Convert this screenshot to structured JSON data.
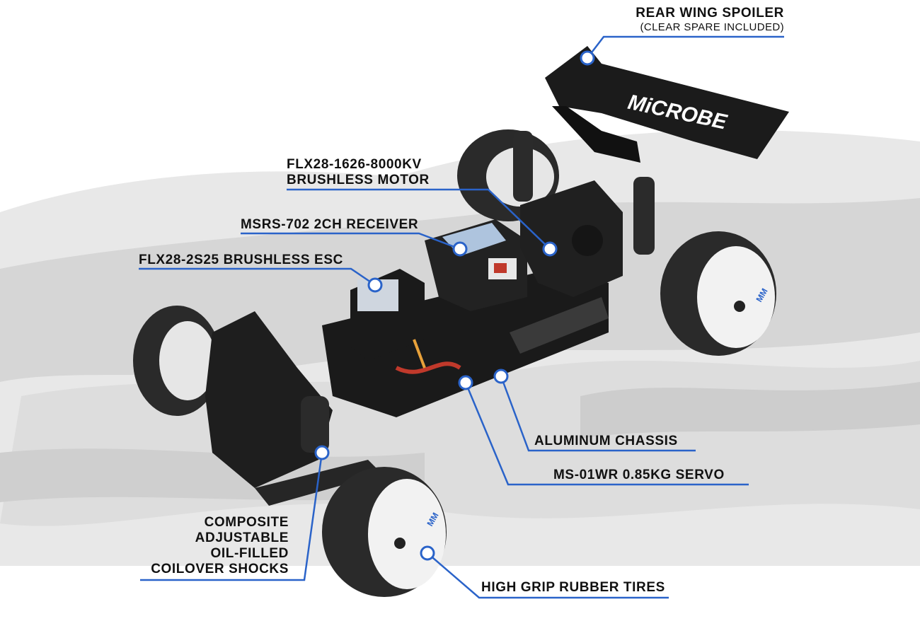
{
  "callouts": {
    "rear_wing": {
      "title": "REAR WING SPOILER",
      "subtitle": "(CLEAR SPARE INCLUDED)"
    },
    "motor": {
      "line1": "FLX28-1626-8000KV",
      "line2": "BRUSHLESS MOTOR"
    },
    "receiver": {
      "title": "MSRS-702 2CH RECEIVER"
    },
    "esc": {
      "title": "FLX28-2S25 BRUSHLESS ESC"
    },
    "chassis": {
      "title": "ALUMINUM CHASSIS"
    },
    "servo": {
      "title": "MS-01WR 0.85KG SERVO"
    },
    "shocks": {
      "line1": "COMPOSITE",
      "line2": "ADJUSTABLE",
      "line3": "OIL-FILLED",
      "line4": "COILOVER SHOCKS"
    },
    "tires": {
      "title": "HIGH GRIP RUBBER TIRES"
    }
  },
  "wing_logo": "MiCROBE",
  "wheel_logo": "MM",
  "colors": {
    "accent": "#2a63c9",
    "car_body": "#1c1c1c",
    "wheel": "#f2f2f2",
    "text": "#111111"
  }
}
